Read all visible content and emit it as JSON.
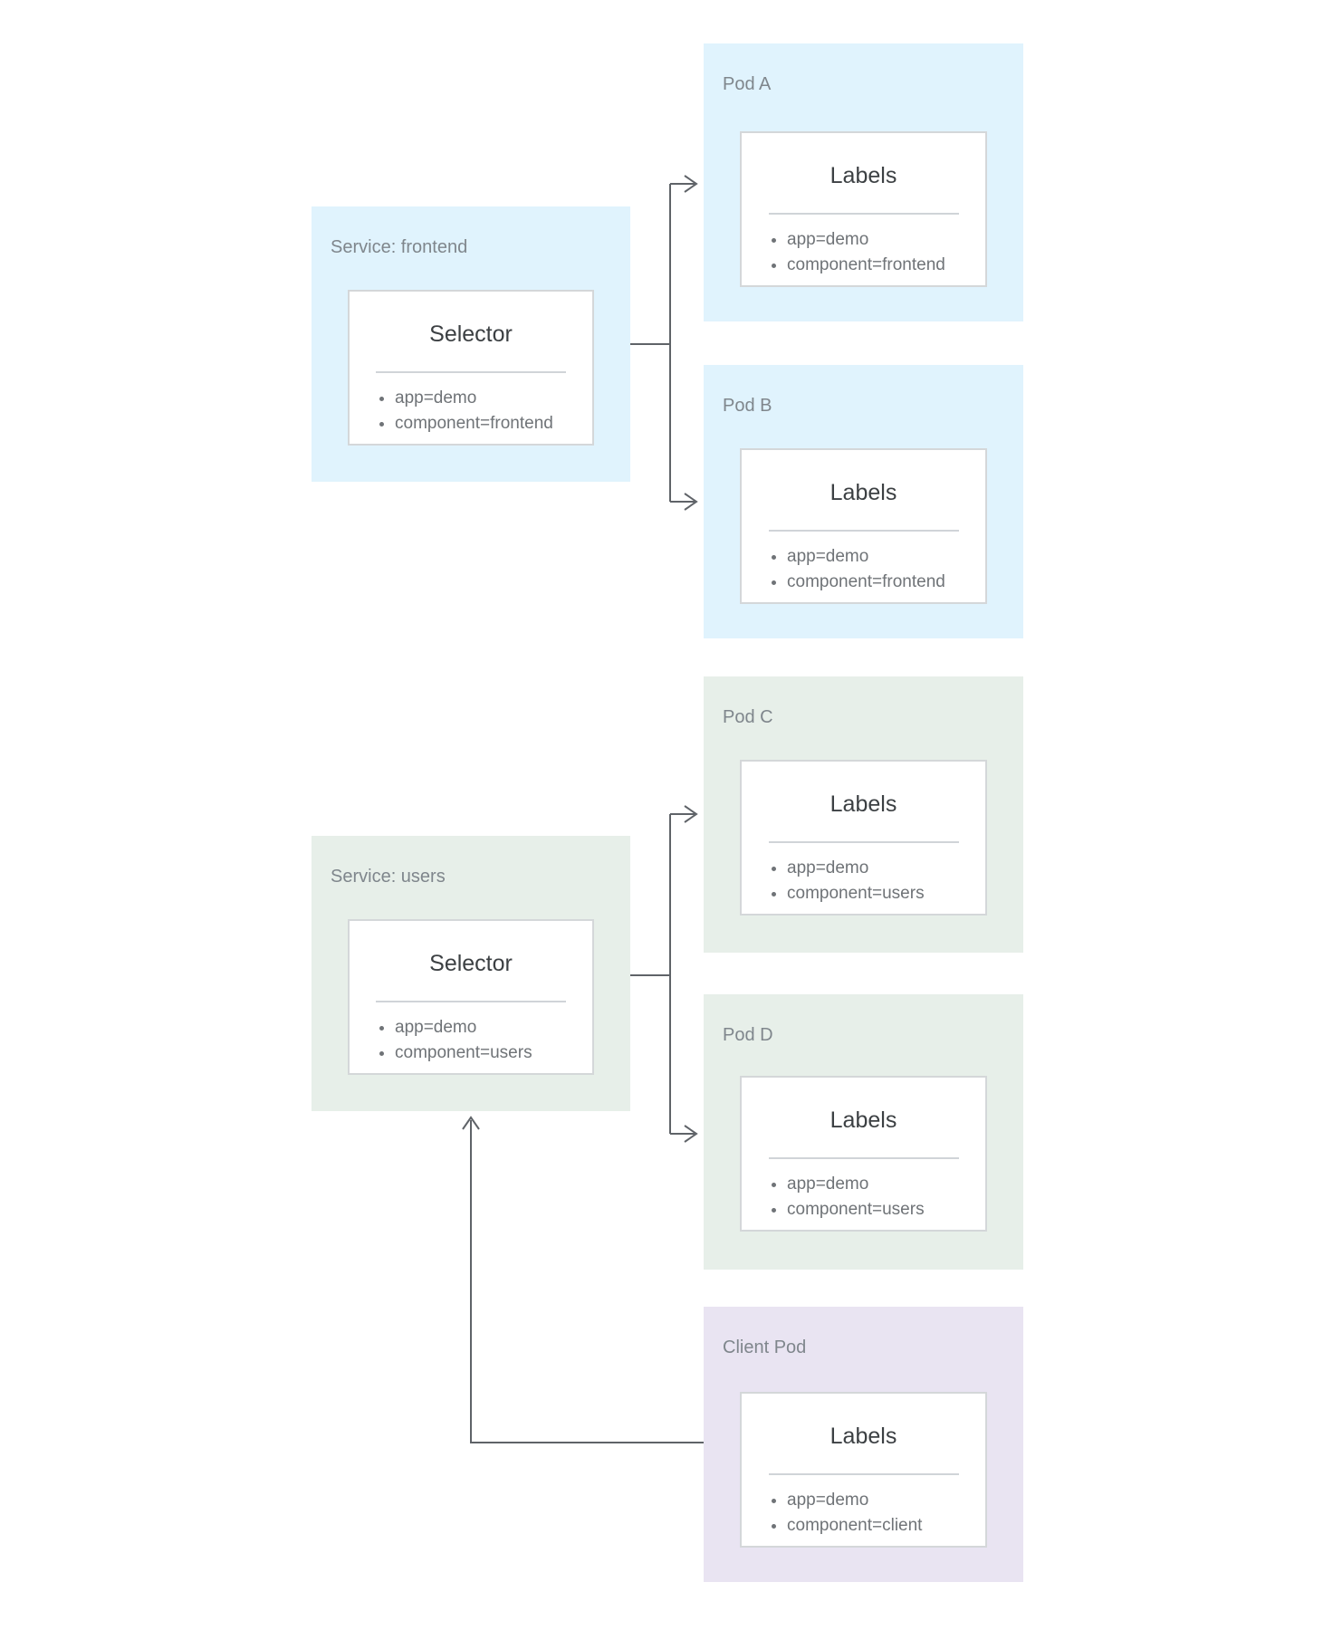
{
  "diagram": {
    "colors": {
      "blue": "#E0F3FD",
      "green": "#E7EFE9",
      "purple": "#E9E4F2",
      "arrow": "#5F6368",
      "card_border": "#D4D7D9",
      "divider": "#D0D4D8",
      "label_text": "#7F868C",
      "title_text": "#3C4043",
      "item_text": "#6F7377",
      "canvas_bg": "#FFFFFF"
    },
    "nodes": [
      {
        "id": "service-frontend",
        "label": "Service: frontend",
        "card_title": "Selector",
        "items": [
          "app=demo",
          "component=frontend"
        ],
        "theme": "blue"
      },
      {
        "id": "pod-a",
        "label": "Pod A",
        "card_title": "Labels",
        "items": [
          "app=demo",
          "component=frontend"
        ],
        "theme": "blue"
      },
      {
        "id": "pod-b",
        "label": "Pod B",
        "card_title": "Labels",
        "items": [
          "app=demo",
          "component=frontend"
        ],
        "theme": "blue"
      },
      {
        "id": "service-users",
        "label": "Service: users",
        "card_title": "Selector",
        "items": [
          "app=demo",
          "component=users"
        ],
        "theme": "green"
      },
      {
        "id": "pod-c",
        "label": "Pod C",
        "card_title": "Labels",
        "items": [
          "app=demo",
          "component=users"
        ],
        "theme": "green"
      },
      {
        "id": "pod-d",
        "label": "Pod D",
        "card_title": "Labels",
        "items": [
          "app=demo",
          "component=users"
        ],
        "theme": "green"
      },
      {
        "id": "client-pod",
        "label": "Client Pod",
        "card_title": "Labels",
        "items": [
          "app=demo",
          "component=client"
        ],
        "theme": "purple"
      }
    ],
    "edges": [
      {
        "from": "service-frontend",
        "to": "pod-a"
      },
      {
        "from": "service-frontend",
        "to": "pod-b"
      },
      {
        "from": "service-users",
        "to": "pod-c"
      },
      {
        "from": "service-users",
        "to": "pod-d"
      },
      {
        "from": "client-pod",
        "to": "service-users"
      }
    ]
  }
}
